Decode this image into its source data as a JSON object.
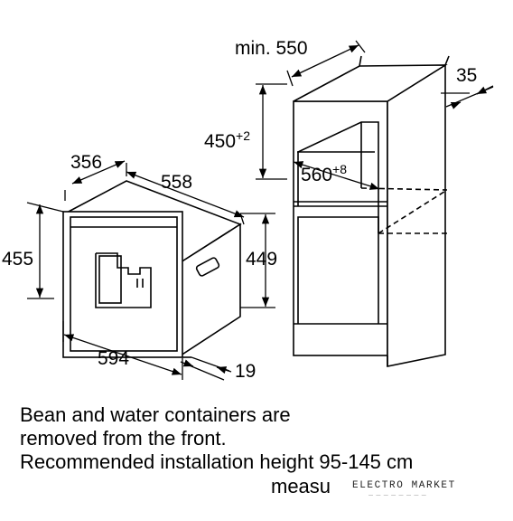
{
  "dimensions": {
    "min_depth": "min. 550",
    "side_gap": "35",
    "niche_height": "450",
    "niche_height_tol": "+2",
    "niche_width": "560",
    "niche_width_tol": "+8",
    "device_depth": "356",
    "device_top_width": "558",
    "device_height": "455",
    "device_body_height": "449",
    "device_front_width": "594",
    "front_thickness": "19"
  },
  "caption": {
    "line1": "Bean and water containers are",
    "line2": "removed from the front.",
    "line3": "Recommended installation height 95-145 cm",
    "line4": "measu"
  },
  "watermark": {
    "text": "ELECTRO MARKET"
  }
}
